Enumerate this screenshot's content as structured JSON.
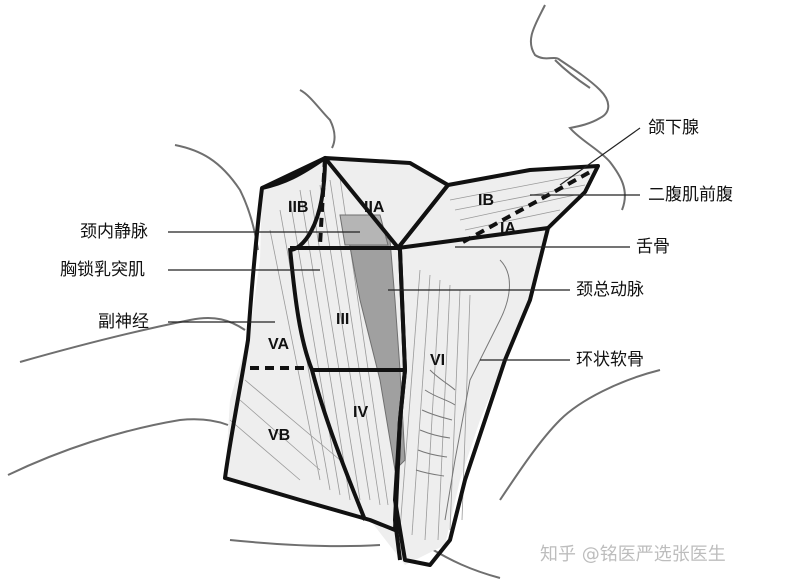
{
  "labels": {
    "submandibular_gland": "颌下腺",
    "anterior_digastric": "二腹肌前腹",
    "hyoid": "舌骨",
    "common_carotid": "颈总动脉",
    "cricoid_cartilage": "环状软骨",
    "internal_jugular": "颈内静脉",
    "sternocleidomastoid": "胸锁乳突肌",
    "accessory_nerve": "副神经"
  },
  "levels": {
    "IB": "IB",
    "IA": "IA",
    "IIA": "IIA",
    "IIB": "IIB",
    "III": "III",
    "IV": "IV",
    "VA": "VA",
    "VB": "VB",
    "VI": "VI"
  },
  "watermark": "知乎 @铭医严选张医生",
  "colors": {
    "line": "#111111",
    "muscle_fill": "#e9e9e9",
    "vessel_fill": "#9d9d9d",
    "skin_line": "#777777"
  }
}
